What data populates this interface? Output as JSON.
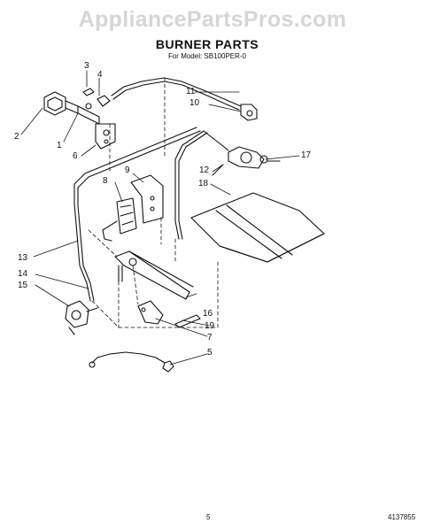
{
  "watermark": "AppliancePartsPros.com",
  "title": "BURNER PARTS",
  "subtitle": "For Model: SB100PER-0",
  "callouts": {
    "c1": "1",
    "c2": "2",
    "c3": "3",
    "c4": "4",
    "c5": "5",
    "c6": "6",
    "c7": "7",
    "c8": "8",
    "c9": "9",
    "c10": "10",
    "c11": "11",
    "c12": "12",
    "c13": "13",
    "c14": "14",
    "c15": "15",
    "c16": "16",
    "c17": "17",
    "c18": "18",
    "c19": "19"
  },
  "footer": {
    "page_number": "5",
    "document_number": "4137855"
  }
}
